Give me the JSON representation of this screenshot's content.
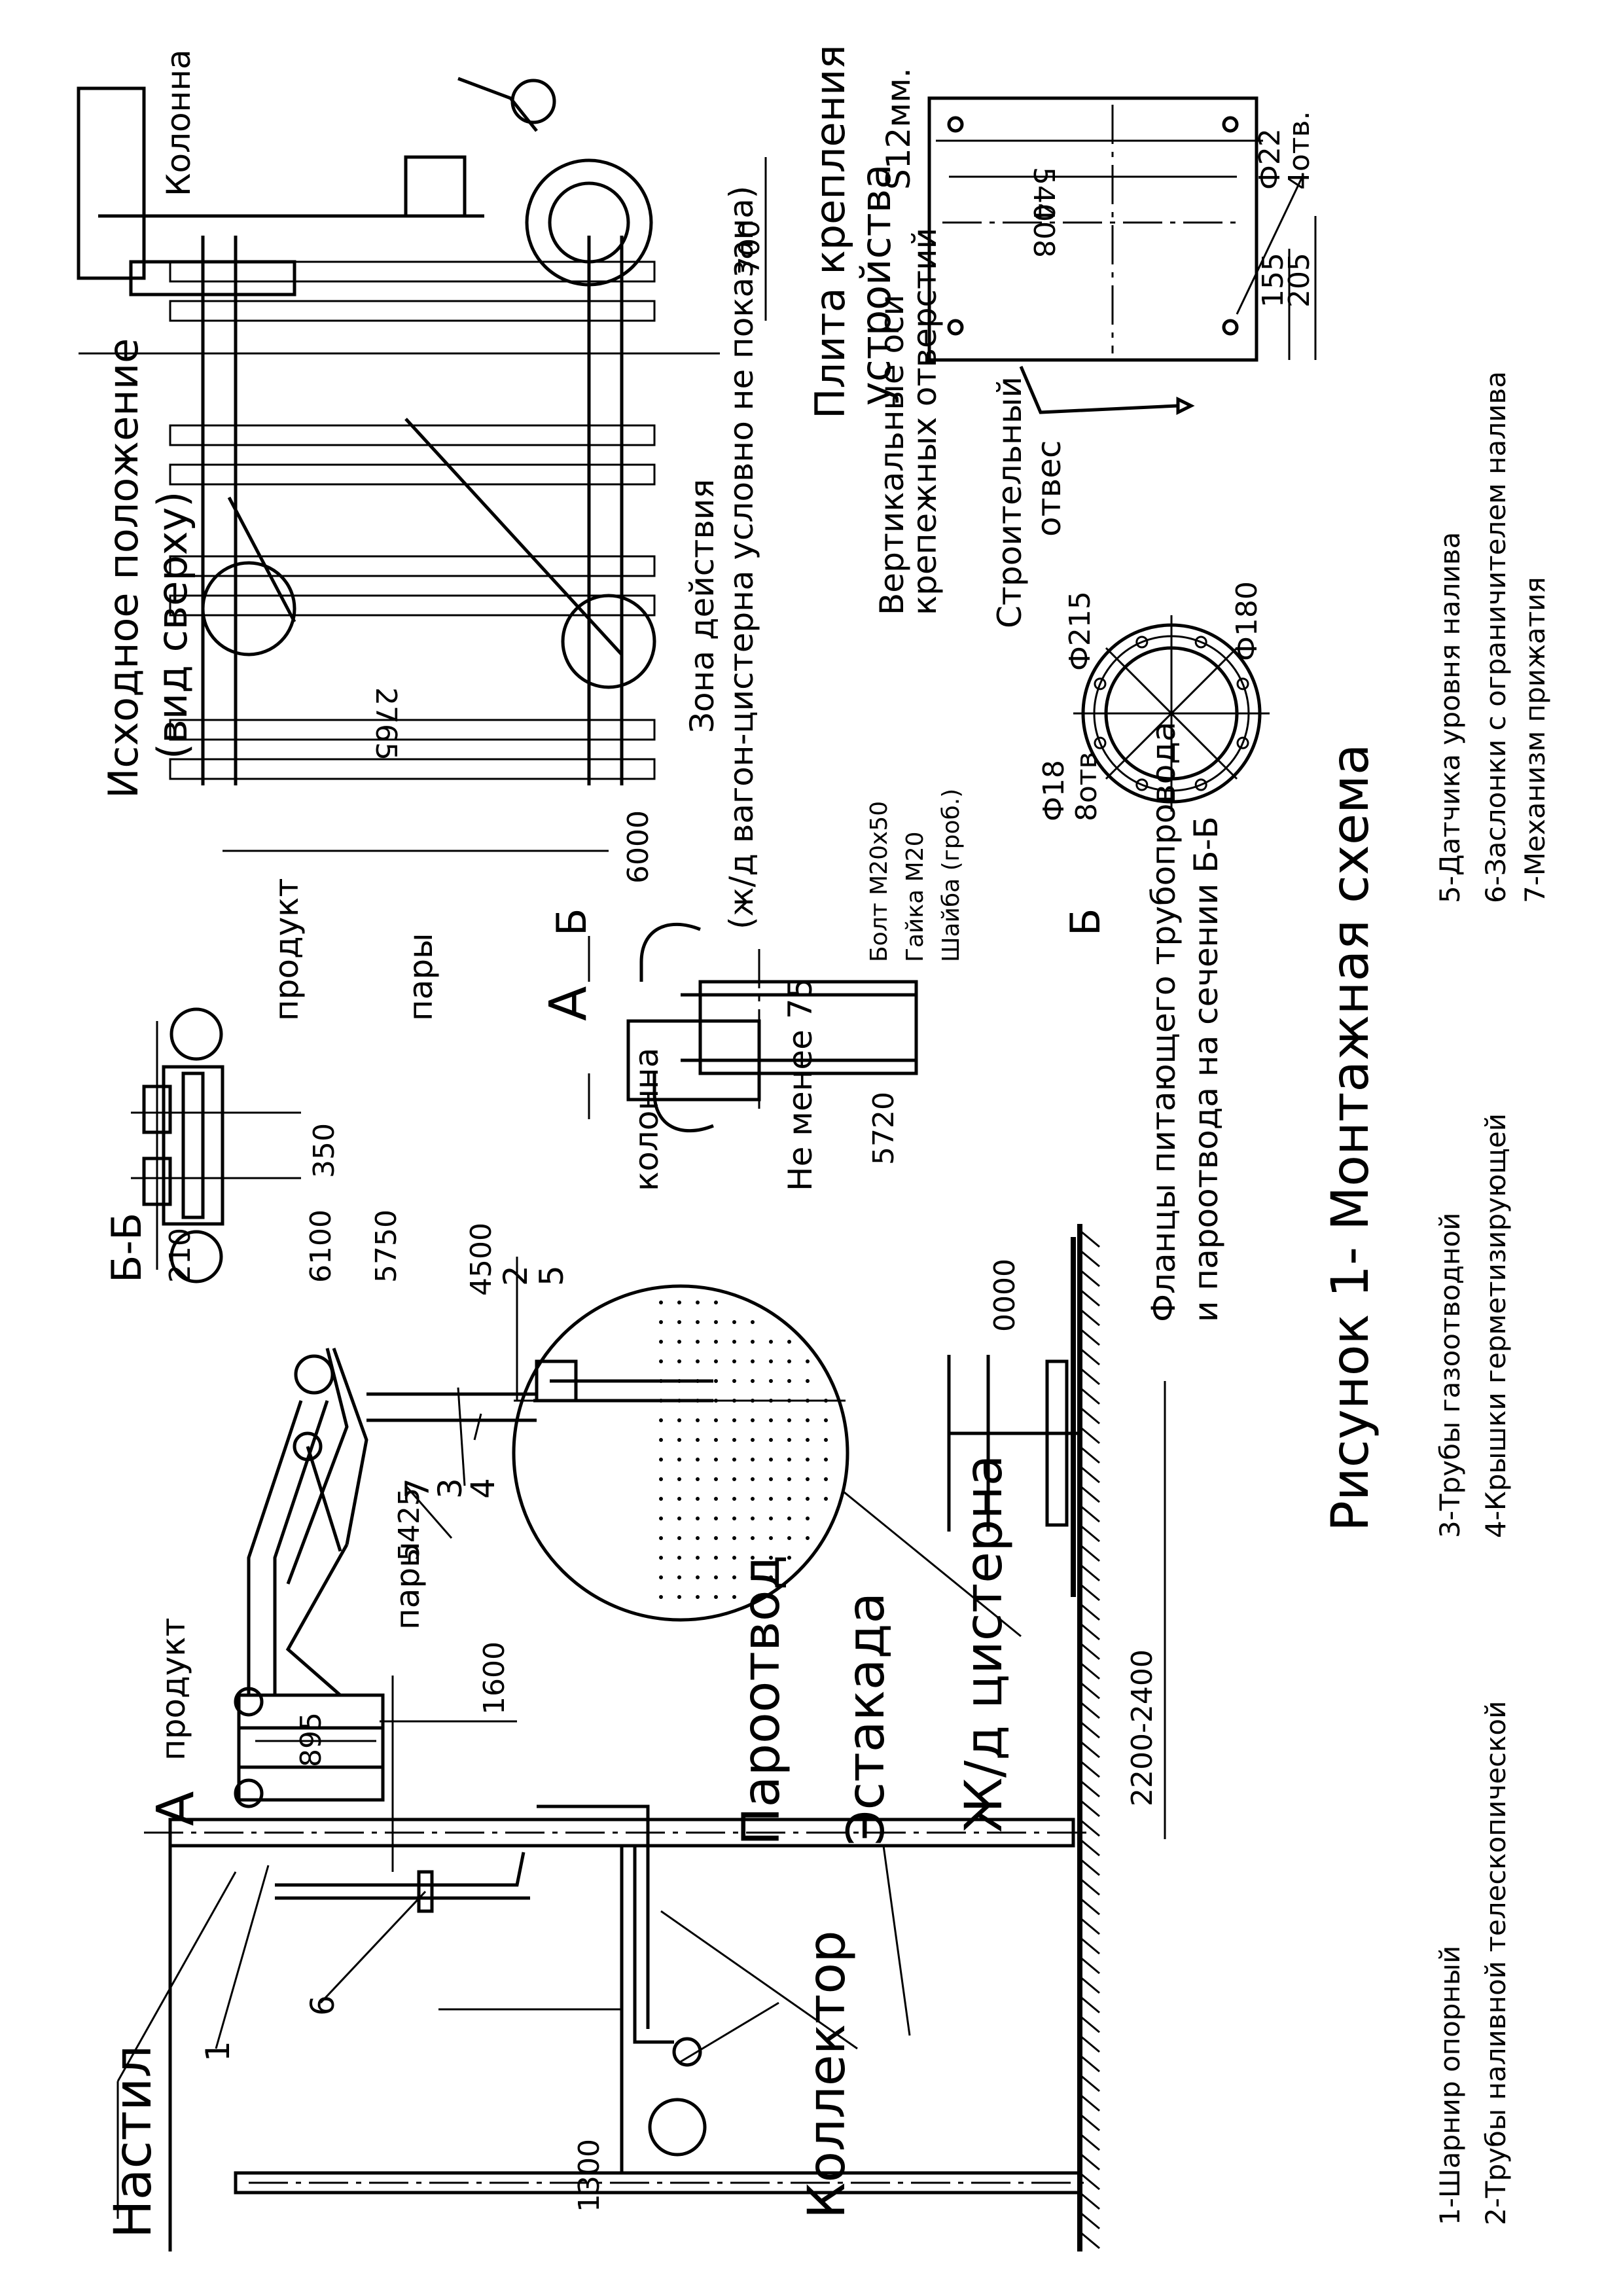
{
  "figure": {
    "title": "Рисунок 1- Монтажная схема",
    "legend": [
      "1-Шарнир опорный",
      "2-Трубы наливной телескопической",
      "3-Трубы газоотводной",
      "4-Крышки герметизирующей",
      "5-Датчика уровня налива",
      "6-Заслонки с ограничителем налива",
      "7-Механизм прижатия"
    ]
  },
  "main_view": {
    "labels": {
      "nastil": "Настил",
      "a": "А",
      "produkt": "продукт",
      "pary": "пары",
      "parootvod": "Пароотвод",
      "estakada": "Эстакада",
      "tank": "Ж/д цистерна",
      "kollektor": "Коллектор"
    },
    "dims": [
      "1300",
      "895",
      "1600",
      "5425",
      "2200-2400",
      "4500",
      "0000"
    ],
    "callouts": [
      "1",
      "2",
      "3",
      "4",
      "5",
      "6",
      "7"
    ]
  },
  "section_bb": {
    "title": "Б-Б",
    "dims": [
      "210",
      "350",
      "6100",
      "5750"
    ],
    "produkt": "продукт",
    "pary": "пары"
  },
  "detail_a": {
    "label": "А",
    "b_marks": [
      "Б",
      "Б"
    ],
    "kolonna": "колонна",
    "ne_menee": "Не менее 75",
    "dim_5720": "5720",
    "bolt": "Болт М20х50",
    "gaika": "Гайка М20",
    "shaiba": "Шайба (гроб.)",
    "caption": [
      "Фланцы питающего трубопровода",
      "и пароотвода на сечении Б-Б"
    ]
  },
  "flange": {
    "d215": "Ф215",
    "d180": "Ф180",
    "holes": [
      "Ф18",
      "8отв"
    ]
  },
  "top_view": {
    "title": [
      "Исходное положение",
      "(вид сверху)"
    ],
    "dim": "6000",
    "zone": [
      "Зона действия",
      "(ж/д вагон-цистерна условно не показана)"
    ]
  },
  "unit_view": {
    "kolonna": "Колонна",
    "dims": [
      "700",
      "2765"
    ]
  },
  "plate": {
    "title": [
      "Плита крепления",
      "устройства"
    ],
    "s12": "S12мм.",
    "dims": [
      "540",
      "408",
      "155",
      "205"
    ],
    "holes": [
      "Ф22",
      "4отв."
    ],
    "axes": [
      "Вертикальные оси",
      "крепежных отверстий"
    ],
    "plumb": [
      "Строительный",
      "отвес"
    ]
  }
}
